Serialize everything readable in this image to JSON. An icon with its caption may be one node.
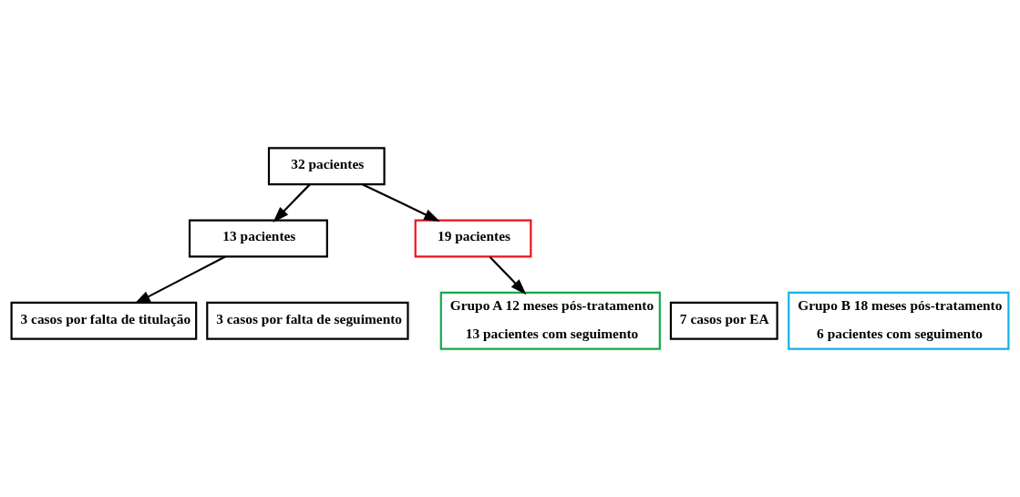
{
  "diagram": {
    "nodes": [
      {
        "text": [
          "32 pacientes"
        ]
      },
      {
        "text": [
          "13 pacientes"
        ]
      },
      {
        "text": [
          "19 pacientes"
        ]
      },
      {
        "text": [
          "7 casos por EA"
        ]
      },
      {
        "text": [
          "3 casos por falta de titulação"
        ]
      },
      {
        "text": [
          "3 casos por falta de seguimento"
        ]
      },
      {
        "text": [
          "Grupo A 12 meses pós-tratamento",
          "13 pacientes com seguimento"
        ]
      },
      {
        "text": [
          "Grupo B 18 meses pós-tratamento",
          "6 pacientes com seguimento"
        ]
      }
    ],
    "edges": [
      {
        "from": 0,
        "to": 1,
        "arrow": "to"
      },
      {
        "from": 0,
        "to": 2,
        "arrow": "to"
      },
      {
        "from": 1,
        "to": 4,
        "arrow": "to"
      },
      {
        "from": 2,
        "to": 6,
        "arrow": "to"
      }
    ]
  }
}
